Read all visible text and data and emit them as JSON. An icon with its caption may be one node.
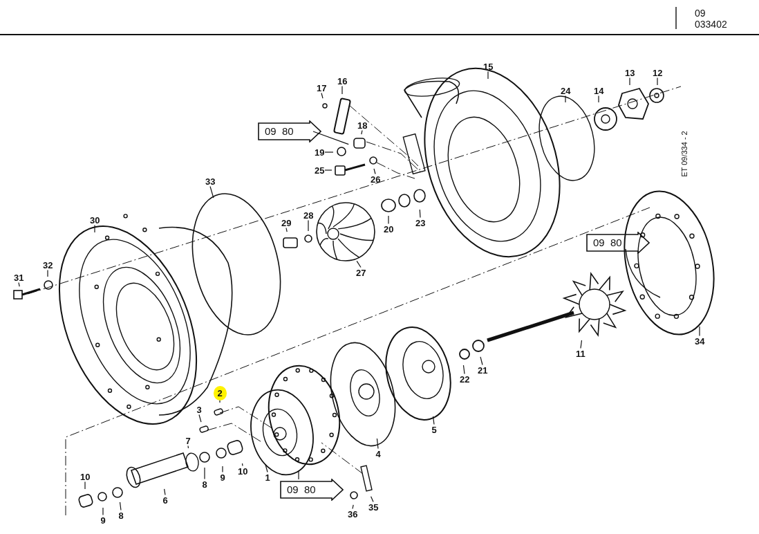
{
  "diagram": {
    "nodes": [
      {
        "text": [
          "15"
        ]
      },
      {
        "text": [
          "13"
        ]
      },
      {
        "text": [
          "12"
        ]
      },
      {
        "text": [
          "16"
        ]
      },
      {
        "text": [
          "24"
        ]
      },
      {
        "text": [
          "14"
        ]
      },
      {
        "text": [
          "17"
        ]
      },
      {
        "text": [
          "18"
        ]
      },
      {
        "text": [
          "09 80"
        ]
      },
      {
        "text": [
          "19"
        ]
      },
      {
        "text": [
          "25"
        ]
      },
      {
        "text": [
          "26"
        ]
      },
      {
        "text": [
          "33"
        ]
      },
      {
        "text": [
          "23"
        ]
      },
      {
        "text": [
          "30"
        ]
      },
      {
        "text": [
          "28"
        ]
      },
      {
        "text": [
          "20"
        ]
      },
      {
        "text": [
          "29"
        ]
      },
      {
        "text": [
          "09 80"
        ]
      },
      {
        "text": [
          "32"
        ]
      },
      {
        "text": [
          "27"
        ]
      },
      {
        "text": [
          "31"
        ]
      },
      {
        "text": [
          "11"
        ]
      },
      {
        "text": [
          "34"
        ]
      },
      {
        "text": [
          "21"
        ]
      },
      {
        "text": [
          "22"
        ]
      },
      {
        "text": [
          "2"
        ]
      },
      {
        "text": [
          "3"
        ]
      },
      {
        "text": [
          "5"
        ]
      },
      {
        "text": [
          "7"
        ]
      },
      {
        "text": [
          "4"
        ]
      },
      {
        "text": [
          "10"
        ]
      },
      {
        "text": [
          "9"
        ]
      },
      {
        "text": [
          "1"
        ]
      },
      {
        "text": [
          "8"
        ]
      },
      {
        "text": [
          "10"
        ]
      },
      {
        "text": [
          "6"
        ]
      },
      {
        "text": [
          "09 80"
        ]
      },
      {
        "text": [
          "35"
        ]
      },
      {
        "text": [
          "8"
        ]
      },
      {
        "text": [
          "36"
        ]
      },
      {
        "text": [
          "9"
        ]
      }
    ],
    "edges": [
      {
        "from": 0,
        "to": null,
        "arrow": "none"
      },
      {
        "from": 1,
        "to": null,
        "arrow": "none"
      },
      {
        "from": 2,
        "to": null,
        "arrow": "none"
      },
      {
        "from": 3,
        "to": null,
        "arrow": "none"
      },
      {
        "from": 4,
        "to": null,
        "arrow": "none"
      },
      {
        "from": 5,
        "to": null,
        "arrow": "none"
      },
      {
        "from": 6,
        "to": null,
        "arrow": "none"
      },
      {
        "from": 7,
        "to": null,
        "arrow": "none"
      },
      {
        "from": 8,
        "to": null,
        "arrow": "none"
      },
      {
        "from": 9,
        "to": null,
        "arrow": "none"
      },
      {
        "from": 10,
        "to": null,
        "arrow": "none"
      },
      {
        "from": 11,
        "to": null,
        "arrow": "none"
      },
      {
        "from": 12,
        "to": null,
        "arrow": "none"
      },
      {
        "from": 13,
        "to": null,
        "arrow": "none"
      },
      {
        "from": 14,
        "to": null,
        "arrow": "none"
      },
      {
        "from": 15,
        "to": null,
        "arrow": "none"
      },
      {
        "from": 16,
        "to": null,
        "arrow": "none"
      },
      {
        "from": 17,
        "to": null,
        "arrow": "none"
      },
      {
        "from": 19,
        "to": null,
        "arrow": "none"
      },
      {
        "from": 20,
        "to": null,
        "arrow": "none"
      },
      {
        "from": 21,
        "to": null,
        "arrow": "none"
      },
      {
        "from": 22,
        "to": null,
        "arrow": "none"
      },
      {
        "from": 23,
        "to": null,
        "arrow": "none"
      },
      {
        "from": 24,
        "to": null,
        "arrow": "none"
      },
      {
        "from": 25,
        "to": null,
        "arrow": "none"
      },
      {
        "from": 26,
        "to": null,
        "arrow": "none"
      },
      {
        "from": 27,
        "to": null,
        "arrow": "none"
      },
      {
        "from": 28,
        "to": null,
        "arrow": "none"
      },
      {
        "from": 29,
        "to": null,
        "arrow": "none"
      },
      {
        "from": 30,
        "to": null,
        "arrow": "none"
      },
      {
        "from": 31,
        "to": null,
        "arrow": "none"
      },
      {
        "from": 32,
        "to": null,
        "arrow": "none"
      },
      {
        "from": 33,
        "to": null,
        "arrow": "none"
      },
      {
        "from": 34,
        "to": null,
        "arrow": "none"
      },
      {
        "from": 35,
        "to": null,
        "arrow": "none"
      },
      {
        "from": 36,
        "to": null,
        "arrow": "none"
      },
      {
        "from": 37,
        "to": null,
        "arrow": "none"
      },
      {
        "from": 38,
        "to": null,
        "arrow": "none"
      },
      {
        "from": 39,
        "to": null,
        "arrow": "none"
      },
      {
        "from": 40,
        "to": null,
        "arrow": "none"
      },
      {
        "from": 41,
        "to": null,
        "arrow": "none"
      }
    ],
    "labels": [
      "09",
      "033402",
      "ET 09/334 - 2"
    ]
  }
}
